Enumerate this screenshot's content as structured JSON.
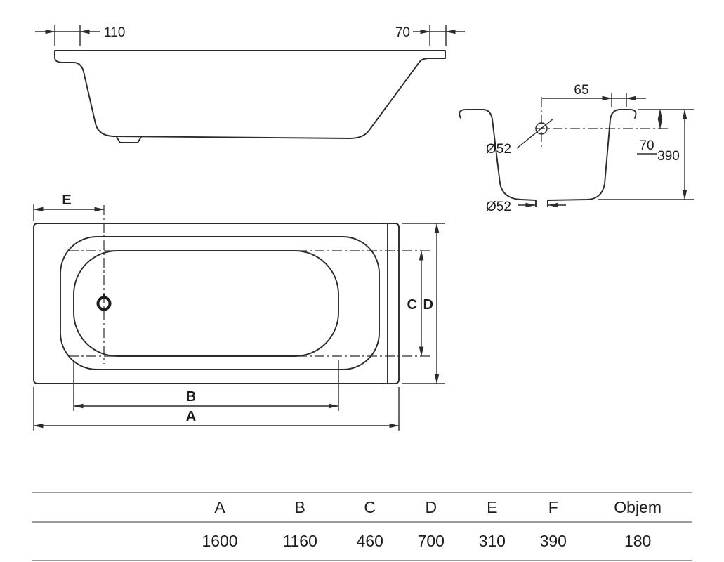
{
  "side_view": {
    "dim_lip_left": "110",
    "dim_lip_right": "70"
  },
  "section_view": {
    "dim_offset": "65",
    "drain_label_top": "Ø52",
    "dim_drain_depth": "70",
    "dim_height": "390",
    "drain_label_bottom": "Ø52"
  },
  "plan_view": {
    "dim_e": "E",
    "dim_c": "C",
    "dim_d": "D",
    "dim_b": "B",
    "dim_a": "A"
  },
  "table": {
    "headers": [
      "A",
      "B",
      "C",
      "D",
      "E",
      "F",
      "Objem"
    ],
    "values": [
      "1600",
      "1160",
      "460",
      "700",
      "310",
      "390",
      "180"
    ]
  }
}
